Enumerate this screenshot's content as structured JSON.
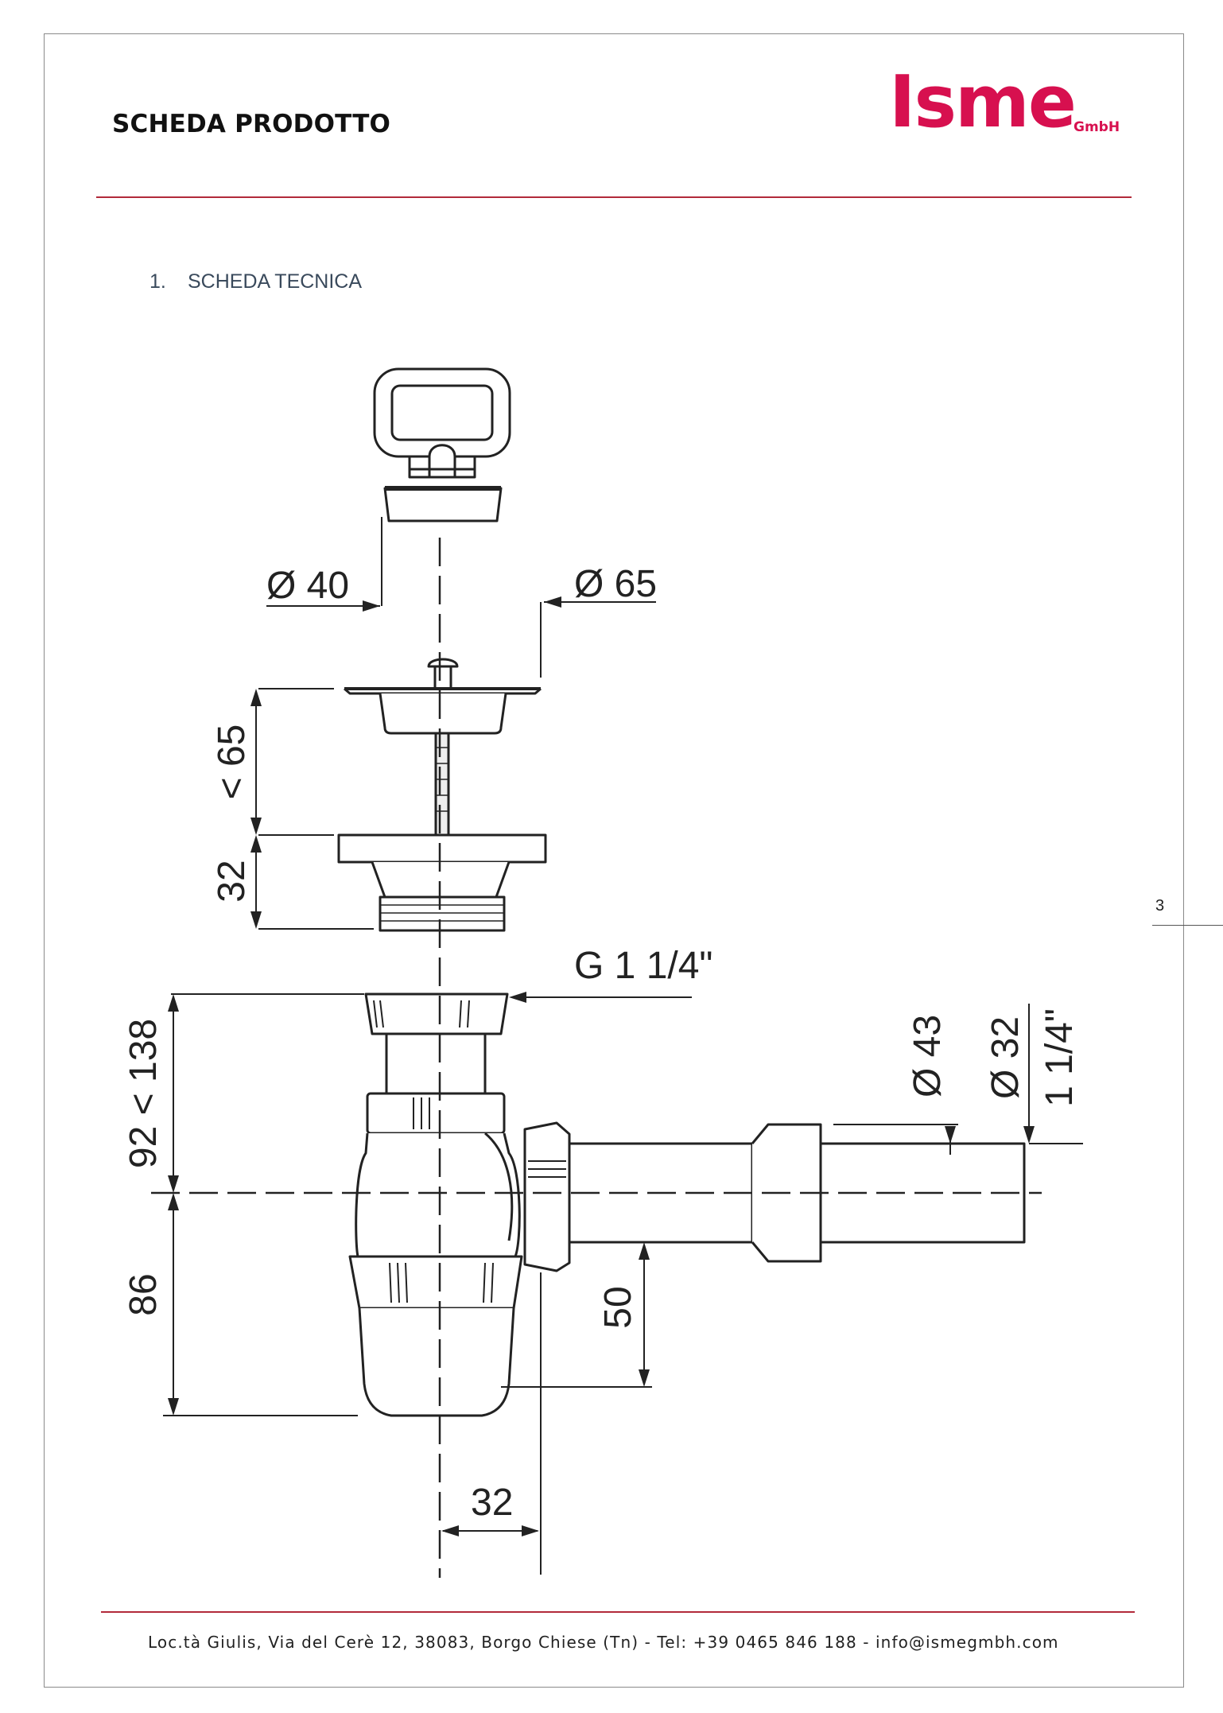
{
  "header": {
    "title": "SCHEDA PRODOTTO",
    "logo_text": "Isme",
    "logo_subtext": "GmbH"
  },
  "section": {
    "number": "1.",
    "title": "SCHEDA TECNICA"
  },
  "page_number": "3",
  "drawing": {
    "dimensions": {
      "d40": "Ø 40",
      "d65": "Ø 65",
      "lt65": "< 65",
      "h32": "32",
      "thread": "G 1 1/4\"",
      "range": "92 < 138",
      "h86": "86",
      "h50": "50",
      "off32": "32",
      "d43": "Ø 43",
      "d32": "Ø 32",
      "inch": "1 1/4\""
    }
  },
  "footer": {
    "text": "Loc.tà Giulis, Via del Cerè 12, 38083, Borgo Chiese (Tn)  - Tel: +39 0465 846 188 - info@ismegmbh.com"
  },
  "colors": {
    "brand": "#d7104f",
    "rule": "#b22a3a"
  }
}
